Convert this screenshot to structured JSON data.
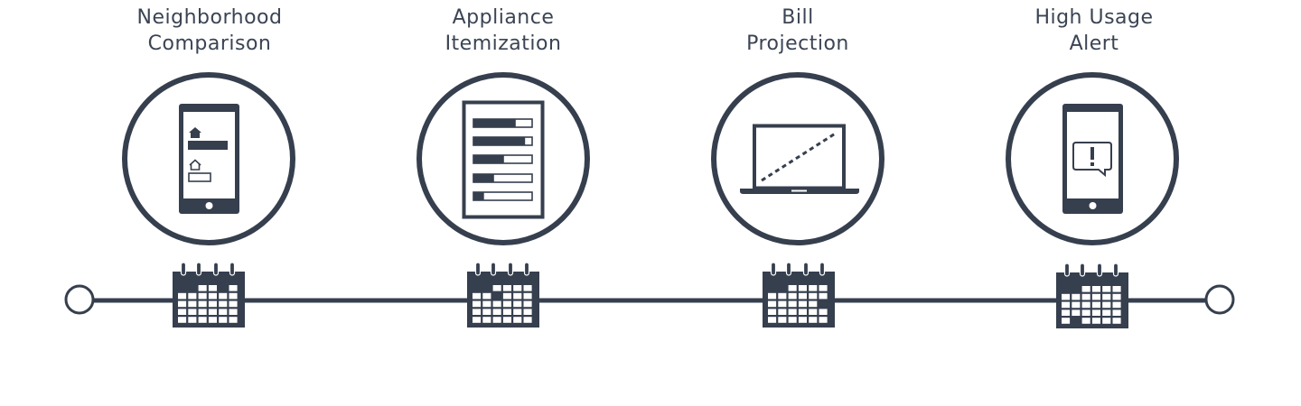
{
  "milestones": [
    {
      "title_line1": "Neighborhood",
      "title_line2": "Comparison",
      "icon": "phone-neighborhood-comparison-icon"
    },
    {
      "title_line1": "Appliance",
      "title_line2": "Itemization",
      "icon": "appliance-list-icon"
    },
    {
      "title_line1": "Bill",
      "title_line2": "Projection",
      "icon": "laptop-projection-icon"
    },
    {
      "title_line1": "High Usage",
      "title_line2": "Alert",
      "icon": "phone-alert-icon"
    }
  ],
  "calendar_icon": "calendar-icon",
  "timeline_endpoint_icon": "timeline-endpoint-circle-icon",
  "colors": {
    "ink": "#363f4e",
    "text": "#3b4454",
    "background": "#ffffff"
  }
}
